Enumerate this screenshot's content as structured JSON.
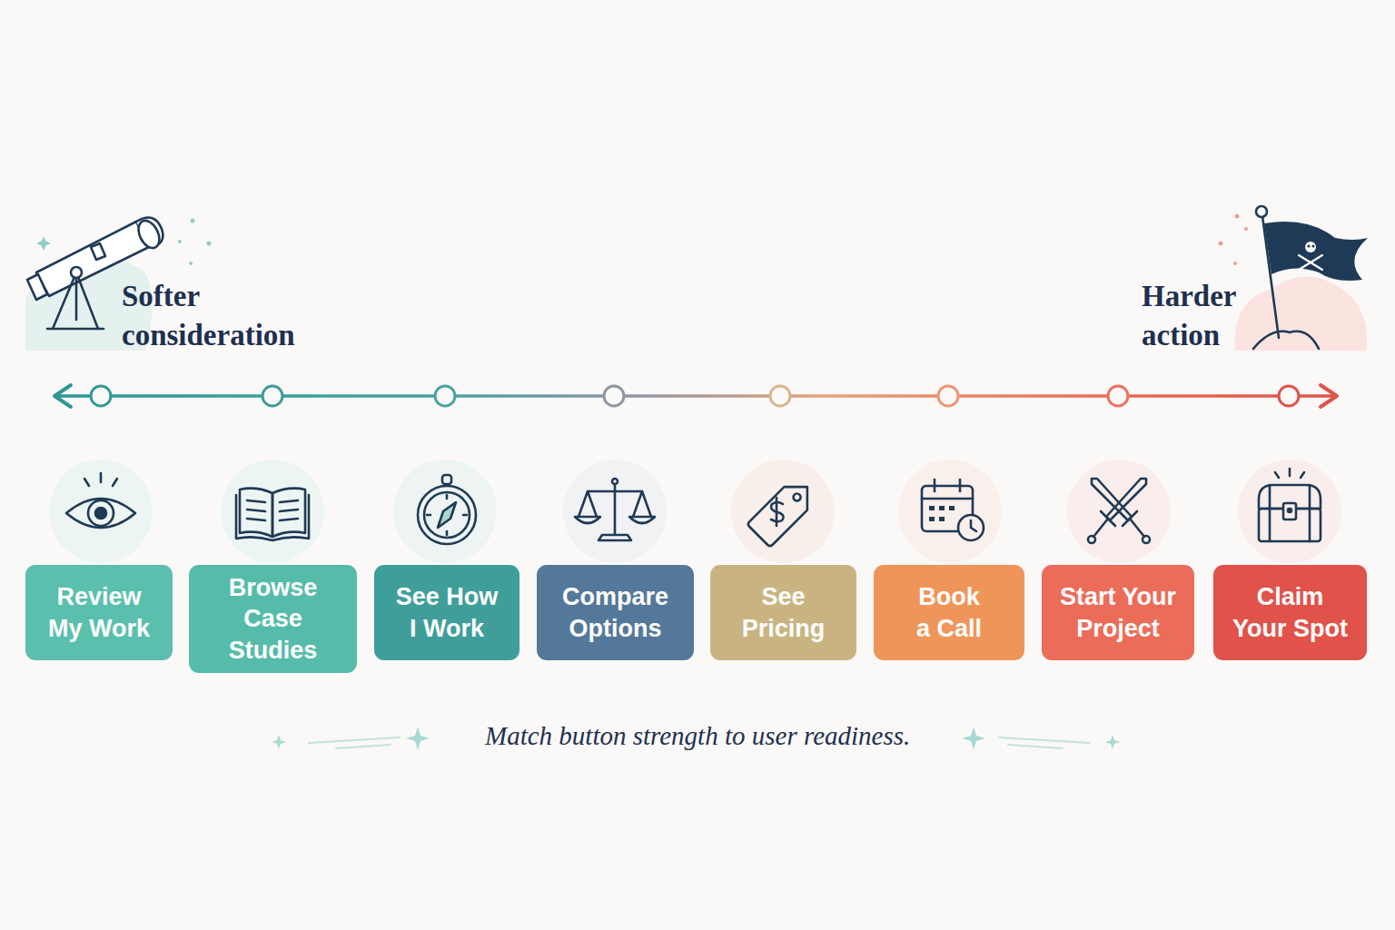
{
  "diagram": {
    "caption": "Match button strength to user readiness.",
    "nodes": [
      {
        "text": [
          "Review My Work"
        ]
      },
      {
        "text": [
          "Browse Case Studies"
        ]
      },
      {
        "text": [
          "See How I Work"
        ]
      },
      {
        "text": [
          "Compare Options"
        ]
      },
      {
        "text": [
          "See Pricing"
        ]
      },
      {
        "text": [
          "Book a Call"
        ]
      },
      {
        "text": [
          "Start Your Project"
        ]
      },
      {
        "text": [
          "Claim Your Spot"
        ]
      }
    ],
    "labels": [
      "Softer consideration",
      "Harder action"
    ]
  }
}
